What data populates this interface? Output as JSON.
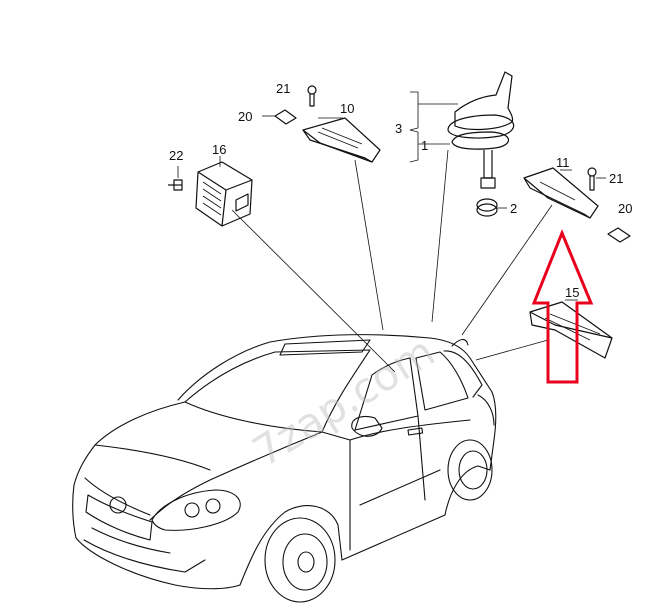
{
  "diagram": {
    "callouts": {
      "p1": "1",
      "p2": "2",
      "p3": "3",
      "p10": "10",
      "p11": "11",
      "p15": "15",
      "p16": "16",
      "p20_left": "20",
      "p20_right": "20",
      "p21_left": "21",
      "p21_right": "21",
      "p22": "22"
    },
    "watermark": "7zap.com",
    "highlight_arrow_color": "#e8001c",
    "line_color": "#111111"
  }
}
